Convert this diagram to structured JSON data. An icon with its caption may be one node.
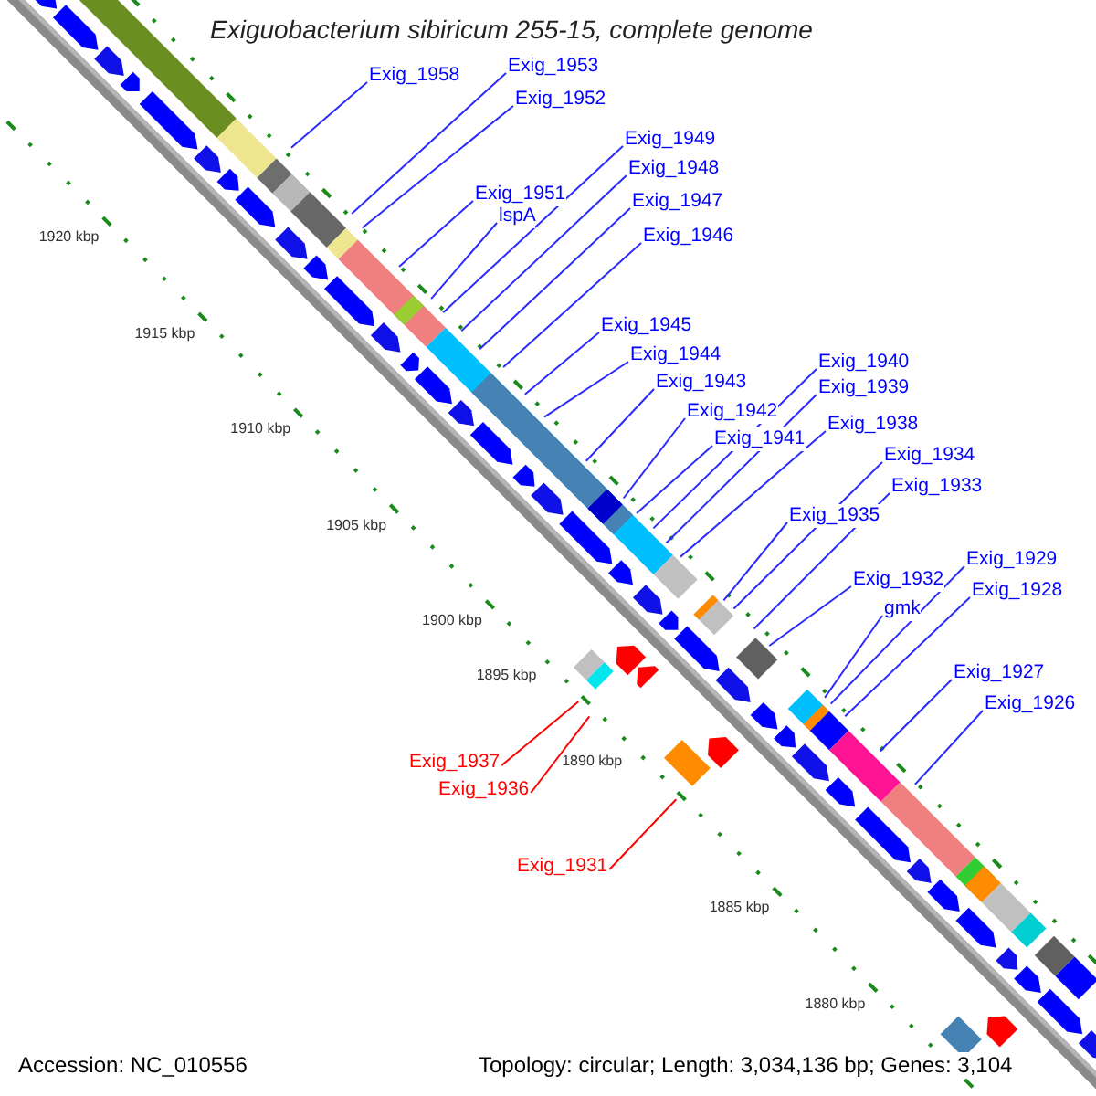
{
  "diagram": {
    "title": "Exiguobacterium sibiricum 255-15, complete genome",
    "nodes": [
      {
        "text": [
          "Exig_1953"
        ]
      },
      {
        "text": [
          "Exig_1958"
        ]
      },
      {
        "text": [
          "Exig_1952"
        ]
      },
      {
        "text": [
          "Exig_1949"
        ]
      },
      {
        "text": [
          "Exig_1948"
        ]
      },
      {
        "text": [
          "Exig_1951"
        ]
      },
      {
        "text": [
          "Exig_1947"
        ]
      },
      {
        "text": [
          "lspA"
        ]
      },
      {
        "text": [
          "Exig_1946"
        ]
      },
      {
        "text": [
          "Exig_1945"
        ]
      },
      {
        "text": [
          "Exig_1944"
        ]
      },
      {
        "text": [
          "Exig_1940"
        ]
      },
      {
        "text": [
          "Exig_1943"
        ]
      },
      {
        "text": [
          "Exig_1939"
        ]
      },
      {
        "text": [
          "Exig_1942"
        ]
      },
      {
        "text": [
          "Exig_1938"
        ]
      },
      {
        "text": [
          "Exig_1941"
        ]
      },
      {
        "text": [
          "Exig_1934"
        ]
      },
      {
        "text": [
          "Exig_1933"
        ]
      },
      {
        "text": [
          "Exig_1935"
        ]
      },
      {
        "text": [
          "Exig_1929"
        ]
      },
      {
        "text": [
          "Exig_1932"
        ]
      },
      {
        "text": [
          "Exig_1928"
        ]
      },
      {
        "text": [
          "gmk"
        ]
      },
      {
        "text": [
          "Exig_1927"
        ]
      },
      {
        "text": [
          "Exig_1926"
        ]
      },
      {
        "text": [
          "Exig_1937"
        ]
      },
      {
        "text": [
          "Exig_1936"
        ]
      },
      {
        "text": [
          "Exig_1931"
        ]
      }
    ],
    "edges": [
      {
        "from": 0,
        "to": null,
        "arrow": "none"
      },
      {
        "from": 1,
        "to": null,
        "arrow": "none"
      },
      {
        "from": 2,
        "to": null,
        "arrow": "none"
      },
      {
        "from": 3,
        "to": null,
        "arrow": "none"
      },
      {
        "from": 4,
        "to": null,
        "arrow": "none"
      },
      {
        "from": 5,
        "to": null,
        "arrow": "none"
      },
      {
        "from": 6,
        "to": null,
        "arrow": "none"
      },
      {
        "from": 7,
        "to": null,
        "arrow": "none"
      },
      {
        "from": 8,
        "to": null,
        "arrow": "none"
      },
      {
        "from": 9,
        "to": null,
        "arrow": "none"
      },
      {
        "from": 10,
        "to": null,
        "arrow": "none"
      },
      {
        "from": 11,
        "to": null,
        "arrow": "none"
      },
      {
        "from": 12,
        "to": null,
        "arrow": "none"
      },
      {
        "from": 13,
        "to": null,
        "arrow": "none"
      },
      {
        "from": 14,
        "to": null,
        "arrow": "none"
      },
      {
        "from": 15,
        "to": null,
        "arrow": "none"
      },
      {
        "from": 16,
        "to": null,
        "arrow": "none"
      },
      {
        "from": 17,
        "to": null,
        "arrow": "none"
      },
      {
        "from": 18,
        "to": null,
        "arrow": "none"
      },
      {
        "from": 19,
        "to": null,
        "arrow": "none"
      },
      {
        "from": 20,
        "to": null,
        "arrow": "none"
      },
      {
        "from": 21,
        "to": null,
        "arrow": "none"
      },
      {
        "from": 22,
        "to": null,
        "arrow": "none"
      },
      {
        "from": 23,
        "to": null,
        "arrow": "none"
      },
      {
        "from": 24,
        "to": null,
        "arrow": "none"
      },
      {
        "from": 25,
        "to": null,
        "arrow": "none"
      },
      {
        "from": 26,
        "to": null,
        "arrow": "none",
        "color": "#ff0000"
      },
      {
        "from": 27,
        "to": null,
        "arrow": "none",
        "color": "#ff0000"
      },
      {
        "from": 28,
        "to": null,
        "arrow": "none",
        "color": "#ff0000"
      }
    ],
    "labels": [
      "1920 kbp",
      "1915 kbp",
      "1910 kbp",
      "1905 kbp",
      "1900 kbp",
      "1895 kbp",
      "1890 kbp",
      "1885 kbp",
      "1880 kbp",
      "Accession: NC_010556",
      "Topology: circular; Length: 3,034,136 bp; Genes: 3,104"
    ]
  }
}
